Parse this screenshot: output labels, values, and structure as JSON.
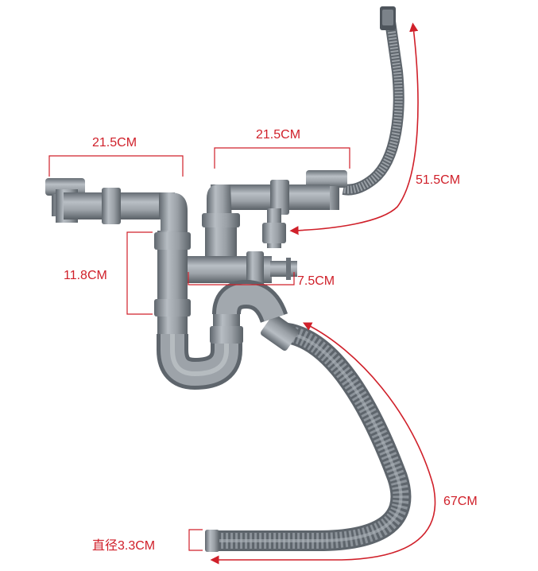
{
  "labels": {
    "left_sink_width": "21.5CM",
    "right_sink_width": "21.5CM",
    "overflow_hose_length": "51.5CM",
    "standpipe_height": "11.8CM",
    "side_inlet_length": "7.5CM",
    "drain_hose_length": "67CM",
    "hose_diameter": "直径3.3CM"
  },
  "colors": {
    "annotation": "#d0202a",
    "pipe": "#8a9097",
    "pipe_light": "#b5bbc1",
    "pipe_dark": "#5d646b",
    "hose": "#7f868d"
  }
}
